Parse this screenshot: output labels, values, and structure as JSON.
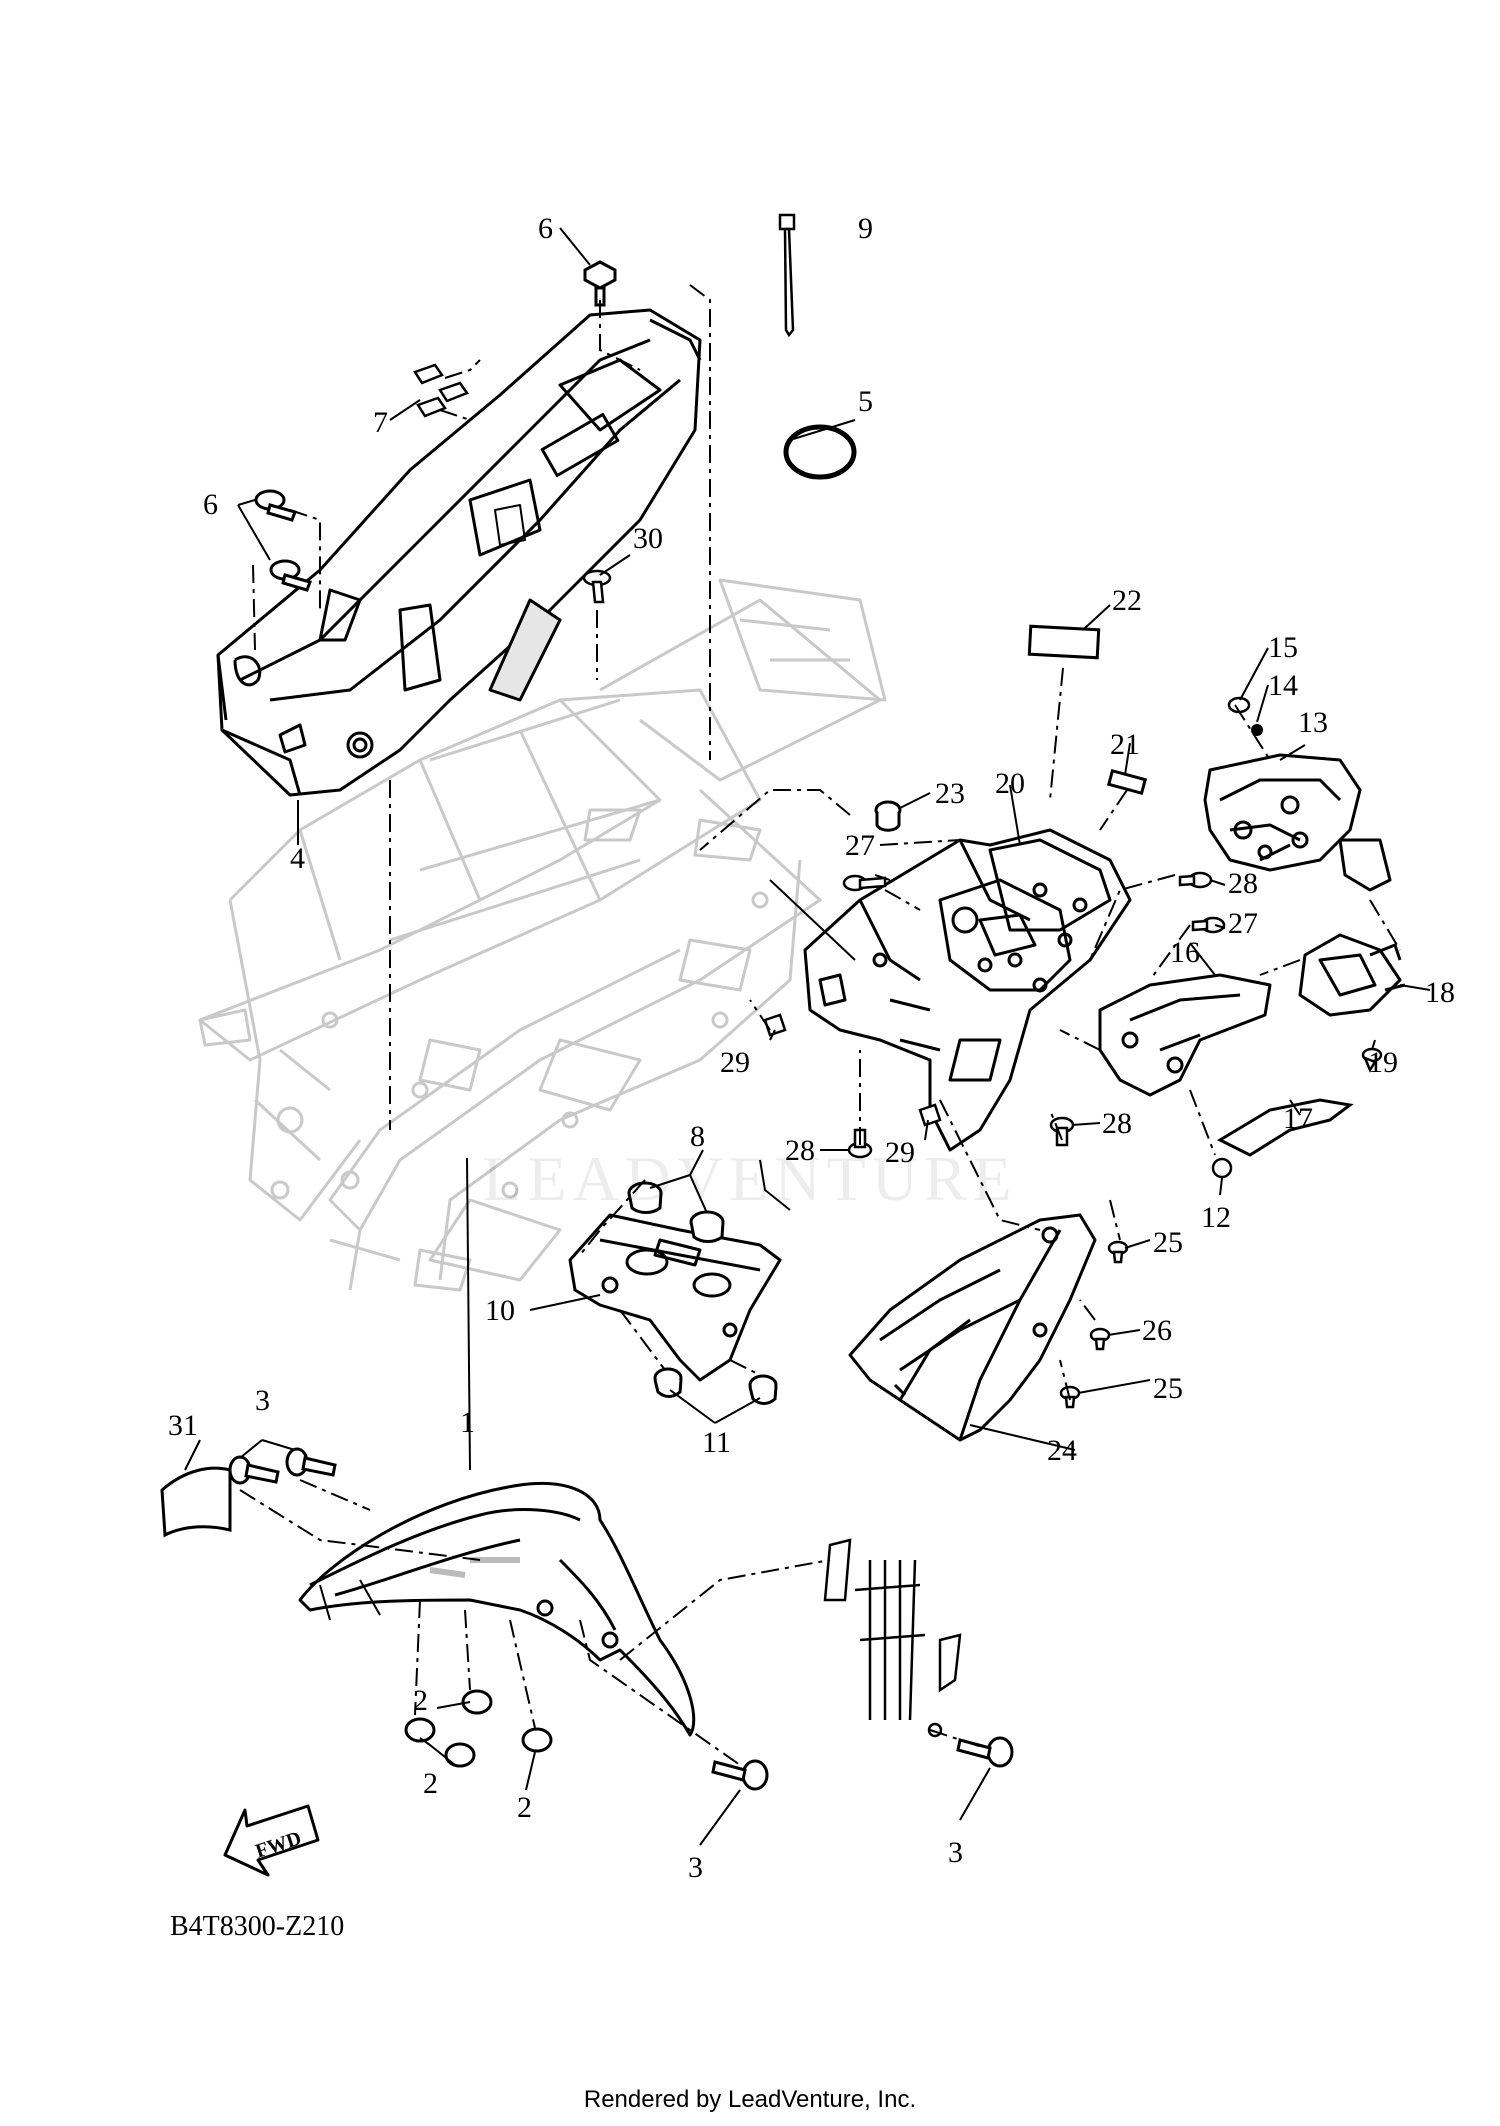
{
  "diagram": {
    "code": "B4T8300-Z210",
    "footer": "Rendered by LeadVenture, Inc.",
    "watermark": "LEADVENTURE",
    "fwd_label": "FWD",
    "callouts": [
      {
        "id": "c1",
        "label": "1"
      },
      {
        "id": "c2a",
        "label": "2"
      },
      {
        "id": "c2b",
        "label": "2"
      },
      {
        "id": "c2c",
        "label": "2"
      },
      {
        "id": "c3a",
        "label": "3"
      },
      {
        "id": "c3b",
        "label": "3"
      },
      {
        "id": "c3c",
        "label": "3"
      },
      {
        "id": "c4",
        "label": "4"
      },
      {
        "id": "c5",
        "label": "5"
      },
      {
        "id": "c6a",
        "label": "6"
      },
      {
        "id": "c6b",
        "label": "6"
      },
      {
        "id": "c7",
        "label": "7"
      },
      {
        "id": "c8",
        "label": "8"
      },
      {
        "id": "c9",
        "label": "9"
      },
      {
        "id": "c10",
        "label": "10"
      },
      {
        "id": "c11",
        "label": "11"
      },
      {
        "id": "c12",
        "label": "12"
      },
      {
        "id": "c13",
        "label": "13"
      },
      {
        "id": "c14",
        "label": "14"
      },
      {
        "id": "c15",
        "label": "15"
      },
      {
        "id": "c16",
        "label": "16"
      },
      {
        "id": "c17",
        "label": "17"
      },
      {
        "id": "c18",
        "label": "18"
      },
      {
        "id": "c19",
        "label": "19"
      },
      {
        "id": "c20",
        "label": "20"
      },
      {
        "id": "c21",
        "label": "21"
      },
      {
        "id": "c22",
        "label": "22"
      },
      {
        "id": "c23",
        "label": "23"
      },
      {
        "id": "c24",
        "label": "24"
      },
      {
        "id": "c25a",
        "label": "25"
      },
      {
        "id": "c25b",
        "label": "25"
      },
      {
        "id": "c26",
        "label": "26"
      },
      {
        "id": "c27a",
        "label": "27"
      },
      {
        "id": "c27b",
        "label": "27"
      },
      {
        "id": "c28a",
        "label": "28"
      },
      {
        "id": "c28b",
        "label": "28"
      },
      {
        "id": "c28c",
        "label": "28"
      },
      {
        "id": "c29a",
        "label": "29"
      },
      {
        "id": "c29b",
        "label": "29"
      },
      {
        "id": "c30",
        "label": "30"
      },
      {
        "id": "c31",
        "label": "31"
      }
    ]
  }
}
